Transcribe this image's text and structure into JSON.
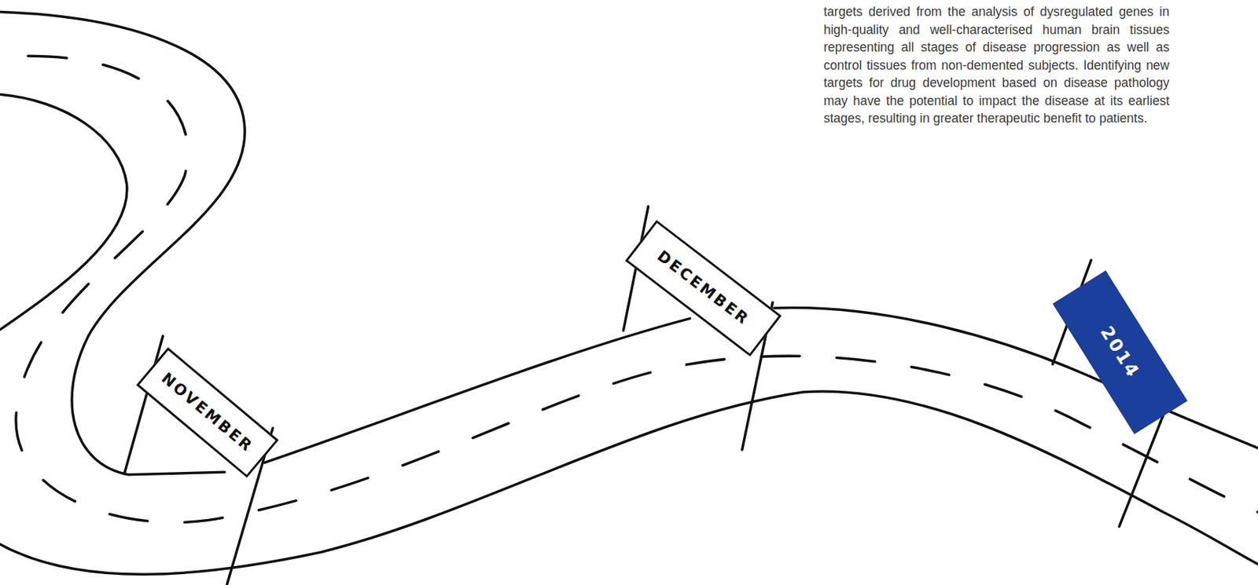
{
  "diagram": {
    "nodes": [
      {
        "text": [
          "NOVEMBER"
        ]
      },
      {
        "text": [
          "DECEMBER"
        ]
      },
      {
        "text": [
          "2014"
        ]
      }
    ],
    "labels": [
      "targets derived from the analysis of dysregulated genes in high-quality and well-characterised human brain tissues representing all stages of disease progression as well as control tissues from non-demented subjects. Identifying new targets for drug development based on disease pathology may have the potential to impact the disease at its earliest stages, resulting in greater therapeutic benefit to patients."
    ]
  }
}
